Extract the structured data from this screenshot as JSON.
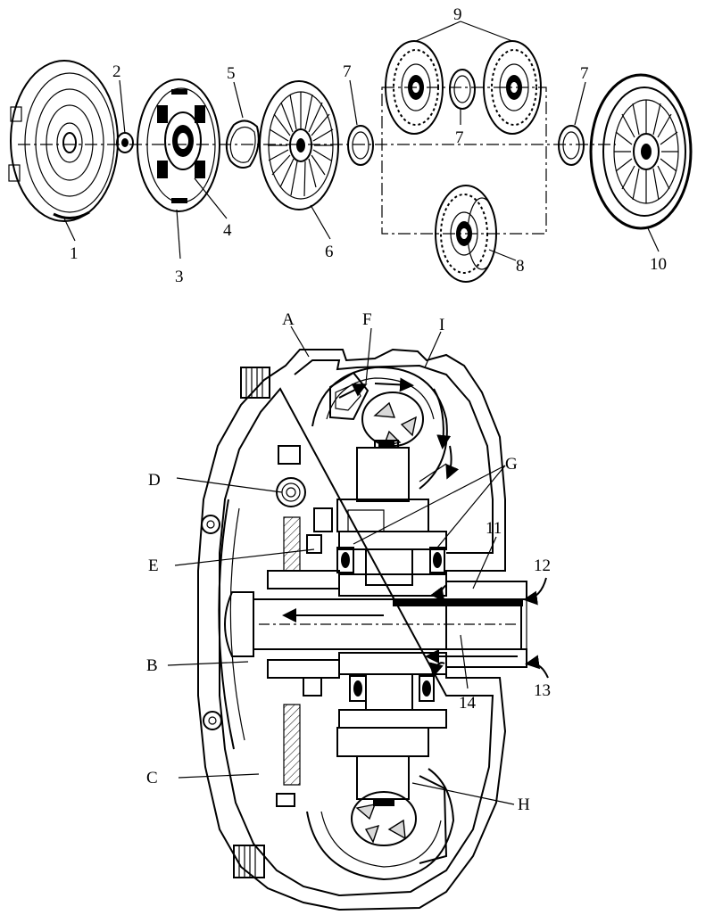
{
  "exploded_view": {
    "labels": [
      "1",
      "2",
      "3",
      "4",
      "5",
      "6",
      "7",
      "7",
      "7",
      "8",
      "9",
      "10"
    ]
  },
  "section_view": {
    "letter_labels": [
      "A",
      "B",
      "C",
      "D",
      "E",
      "F",
      "G",
      "H",
      "I"
    ],
    "number_labels": [
      "11",
      "12",
      "13",
      "14"
    ]
  }
}
